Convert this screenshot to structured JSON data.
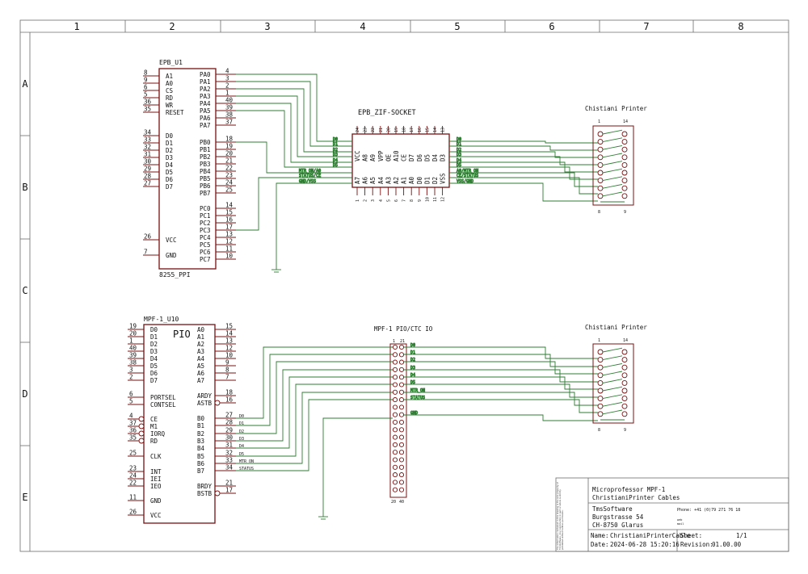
{
  "colors": {
    "wire": "#2e7d32",
    "part": "#7a1010",
    "frame": "#6b6b6b",
    "text": "#111111"
  },
  "frame": {
    "columns": [
      "1",
      "2",
      "3",
      "4",
      "5",
      "6",
      "7",
      "8"
    ],
    "rows": [
      "A",
      "B",
      "C",
      "D",
      "E"
    ]
  },
  "epb_u1": {
    "name": "EPB_U1",
    "value": "8255_PPI",
    "left_pins": [
      {
        "num": "8",
        "name": "A1"
      },
      {
        "num": "9",
        "name": "A0"
      },
      {
        "num": "6",
        "name": "CS"
      },
      {
        "num": "5",
        "name": "RD"
      },
      {
        "num": "36",
        "name": "WR"
      },
      {
        "num": "35",
        "name": "RESET"
      },
      {
        "num": "34",
        "name": "D0"
      },
      {
        "num": "33",
        "name": "D1"
      },
      {
        "num": "32",
        "name": "D2"
      },
      {
        "num": "31",
        "name": "D3"
      },
      {
        "num": "30",
        "name": "D4"
      },
      {
        "num": "29",
        "name": "D5"
      },
      {
        "num": "28",
        "name": "D6"
      },
      {
        "num": "27",
        "name": "D7"
      },
      {
        "num": "26",
        "name": "VCC"
      },
      {
        "num": "7",
        "name": "GND"
      }
    ],
    "right_pins": [
      {
        "num": "4",
        "name": "PA0"
      },
      {
        "num": "3",
        "name": "PA1"
      },
      {
        "num": "2",
        "name": "PA2"
      },
      {
        "num": "1",
        "name": "PA3"
      },
      {
        "num": "40",
        "name": "PA4"
      },
      {
        "num": "39",
        "name": "PA5"
      },
      {
        "num": "38",
        "name": "PA6"
      },
      {
        "num": "37",
        "name": "PA7"
      },
      {
        "num": "18",
        "name": "PB0"
      },
      {
        "num": "19",
        "name": "PB1"
      },
      {
        "num": "20",
        "name": "PB2"
      },
      {
        "num": "21",
        "name": "PB3"
      },
      {
        "num": "22",
        "name": "PB4"
      },
      {
        "num": "23",
        "name": "PB5"
      },
      {
        "num": "24",
        "name": "PB6"
      },
      {
        "num": "25",
        "name": "PB7"
      },
      {
        "num": "14",
        "name": "PC0"
      },
      {
        "num": "15",
        "name": "PC1"
      },
      {
        "num": "16",
        "name": "PC2"
      },
      {
        "num": "17",
        "name": "PC3"
      },
      {
        "num": "13",
        "name": "PC4"
      },
      {
        "num": "12",
        "name": "PC5"
      },
      {
        "num": "11",
        "name": "PC6"
      },
      {
        "num": "10",
        "name": "PC7"
      }
    ]
  },
  "zif": {
    "name": "EPB_ZIF-SOCKET",
    "top_nums": [
      "24",
      "23",
      "22",
      "21",
      "20",
      "19",
      "18",
      "17",
      "16",
      "15",
      "14",
      "13"
    ],
    "top_names": [
      "VCC",
      "A8",
      "A9",
      "VPP",
      "OE",
      "A10",
      "CE",
      "D7",
      "D6",
      "D5",
      "D4",
      "D3"
    ],
    "bottom_names": [
      "A7",
      "A6",
      "A5",
      "A4",
      "A3",
      "A2",
      "A1",
      "A0",
      "D0",
      "D1",
      "D2",
      "VSS"
    ],
    "bottom_nums": [
      "1",
      "2",
      "3",
      "4",
      "5",
      "6",
      "7",
      "8",
      "9",
      "10",
      "11",
      "12"
    ]
  },
  "wires_top_in": [
    "D0",
    "D1",
    "D2",
    "D3",
    "D4",
    "D5",
    "MTR_ON/A0",
    "STATUS/CE",
    "GND/VSS"
  ],
  "wires_top_out": [
    "D0",
    "D1",
    "D2",
    "D3",
    "D4",
    "D5",
    "A0/MTR_ON",
    "CE/STATUS",
    "VSS/GND"
  ],
  "printer_top": {
    "name": "Chistiani Printer",
    "n1": "1",
    "n14": "14",
    "n8": "8",
    "n9": "9"
  },
  "printer_bottom": {
    "name": "Chistiani Printer",
    "n1": "1",
    "n14": "14",
    "n8": "8",
    "n9": "9"
  },
  "mpf_u10": {
    "name": "MPF-1_U10",
    "title": "PIO",
    "left_pins": [
      {
        "num": "19",
        "name": "D0"
      },
      {
        "num": "20",
        "name": "D1"
      },
      {
        "num": "1",
        "name": "D2"
      },
      {
        "num": "40",
        "name": "D3"
      },
      {
        "num": "39",
        "name": "D4"
      },
      {
        "num": "38",
        "name": "D5"
      },
      {
        "num": "3",
        "name": "D6"
      },
      {
        "num": "2",
        "name": "D7"
      },
      {
        "num": "6",
        "name": "PORTSEL"
      },
      {
        "num": "5",
        "name": "CONTSEL"
      },
      {
        "num": "4",
        "name": "CE"
      },
      {
        "num": "37",
        "name": "M1"
      },
      {
        "num": "36",
        "name": "IORQ"
      },
      {
        "num": "35",
        "name": "RD"
      },
      {
        "num": "25",
        "name": "CLK"
      },
      {
        "num": "23",
        "name": "INT"
      },
      {
        "num": "24",
        "name": "IEI"
      },
      {
        "num": "22",
        "name": "IEO"
      },
      {
        "num": "11",
        "name": "GND"
      },
      {
        "num": "26",
        "name": "VCC"
      }
    ],
    "right_pins": [
      {
        "num": "15",
        "name": "A0"
      },
      {
        "num": "14",
        "name": "A1"
      },
      {
        "num": "13",
        "name": "A2"
      },
      {
        "num": "12",
        "name": "A3"
      },
      {
        "num": "10",
        "name": "A4"
      },
      {
        "num": "9",
        "name": "A5"
      },
      {
        "num": "8",
        "name": "A6"
      },
      {
        "num": "7",
        "name": "A7"
      },
      {
        "num": "18",
        "name": "ARDY"
      },
      {
        "num": "16",
        "name": "ASTB"
      },
      {
        "num": "27",
        "name": "B0"
      },
      {
        "num": "28",
        "name": "B1"
      },
      {
        "num": "29",
        "name": "B2"
      },
      {
        "num": "30",
        "name": "B3"
      },
      {
        "num": "31",
        "name": "B4"
      },
      {
        "num": "32",
        "name": "B5"
      },
      {
        "num": "33",
        "name": "B6"
      },
      {
        "num": "34",
        "name": "B7"
      },
      {
        "num": "21",
        "name": "BRDY"
      },
      {
        "num": "17",
        "name": "BSTB"
      }
    ],
    "b_signals": [
      "D0",
      "D1",
      "D2",
      "D3",
      "D4",
      "D5",
      "MTR_ON",
      "STATUS"
    ]
  },
  "pio_header": {
    "name": "MPF-1 PIO/CTC IO",
    "n1": "1",
    "n21": "21",
    "n20": "20",
    "n40": "40"
  },
  "wires_bottom": [
    "D0",
    "D1",
    "D2",
    "D3",
    "D4",
    "D5",
    "MTR_ON",
    "STATUS",
    "GND"
  ],
  "title_block": {
    "side_note": "The information contained in this drawing is the sole property of TmsSoftware. Any reproduction in part or whole is strictly prohibited without written permission.",
    "title1": "Microprofessor MPF-1",
    "title2": "ChristianiPrinter Cables",
    "company": "TmsSoftware",
    "street": "Burgstrasse 54",
    "city": "CH-8750 Glarus",
    "phone": "Phone: +41 (0)79 271 76 18",
    "mail_label": "web",
    "mail_value": "mail",
    "name_label": "Name:",
    "name_value": "ChristianiPrinterCable",
    "date_label": "Date:",
    "date_value": "2024-06-28 15:20:16",
    "sheet_label": "Sheet:",
    "sheet_value": "1/1",
    "rev_label": "Revision:",
    "rev_value": "01.00.00"
  }
}
